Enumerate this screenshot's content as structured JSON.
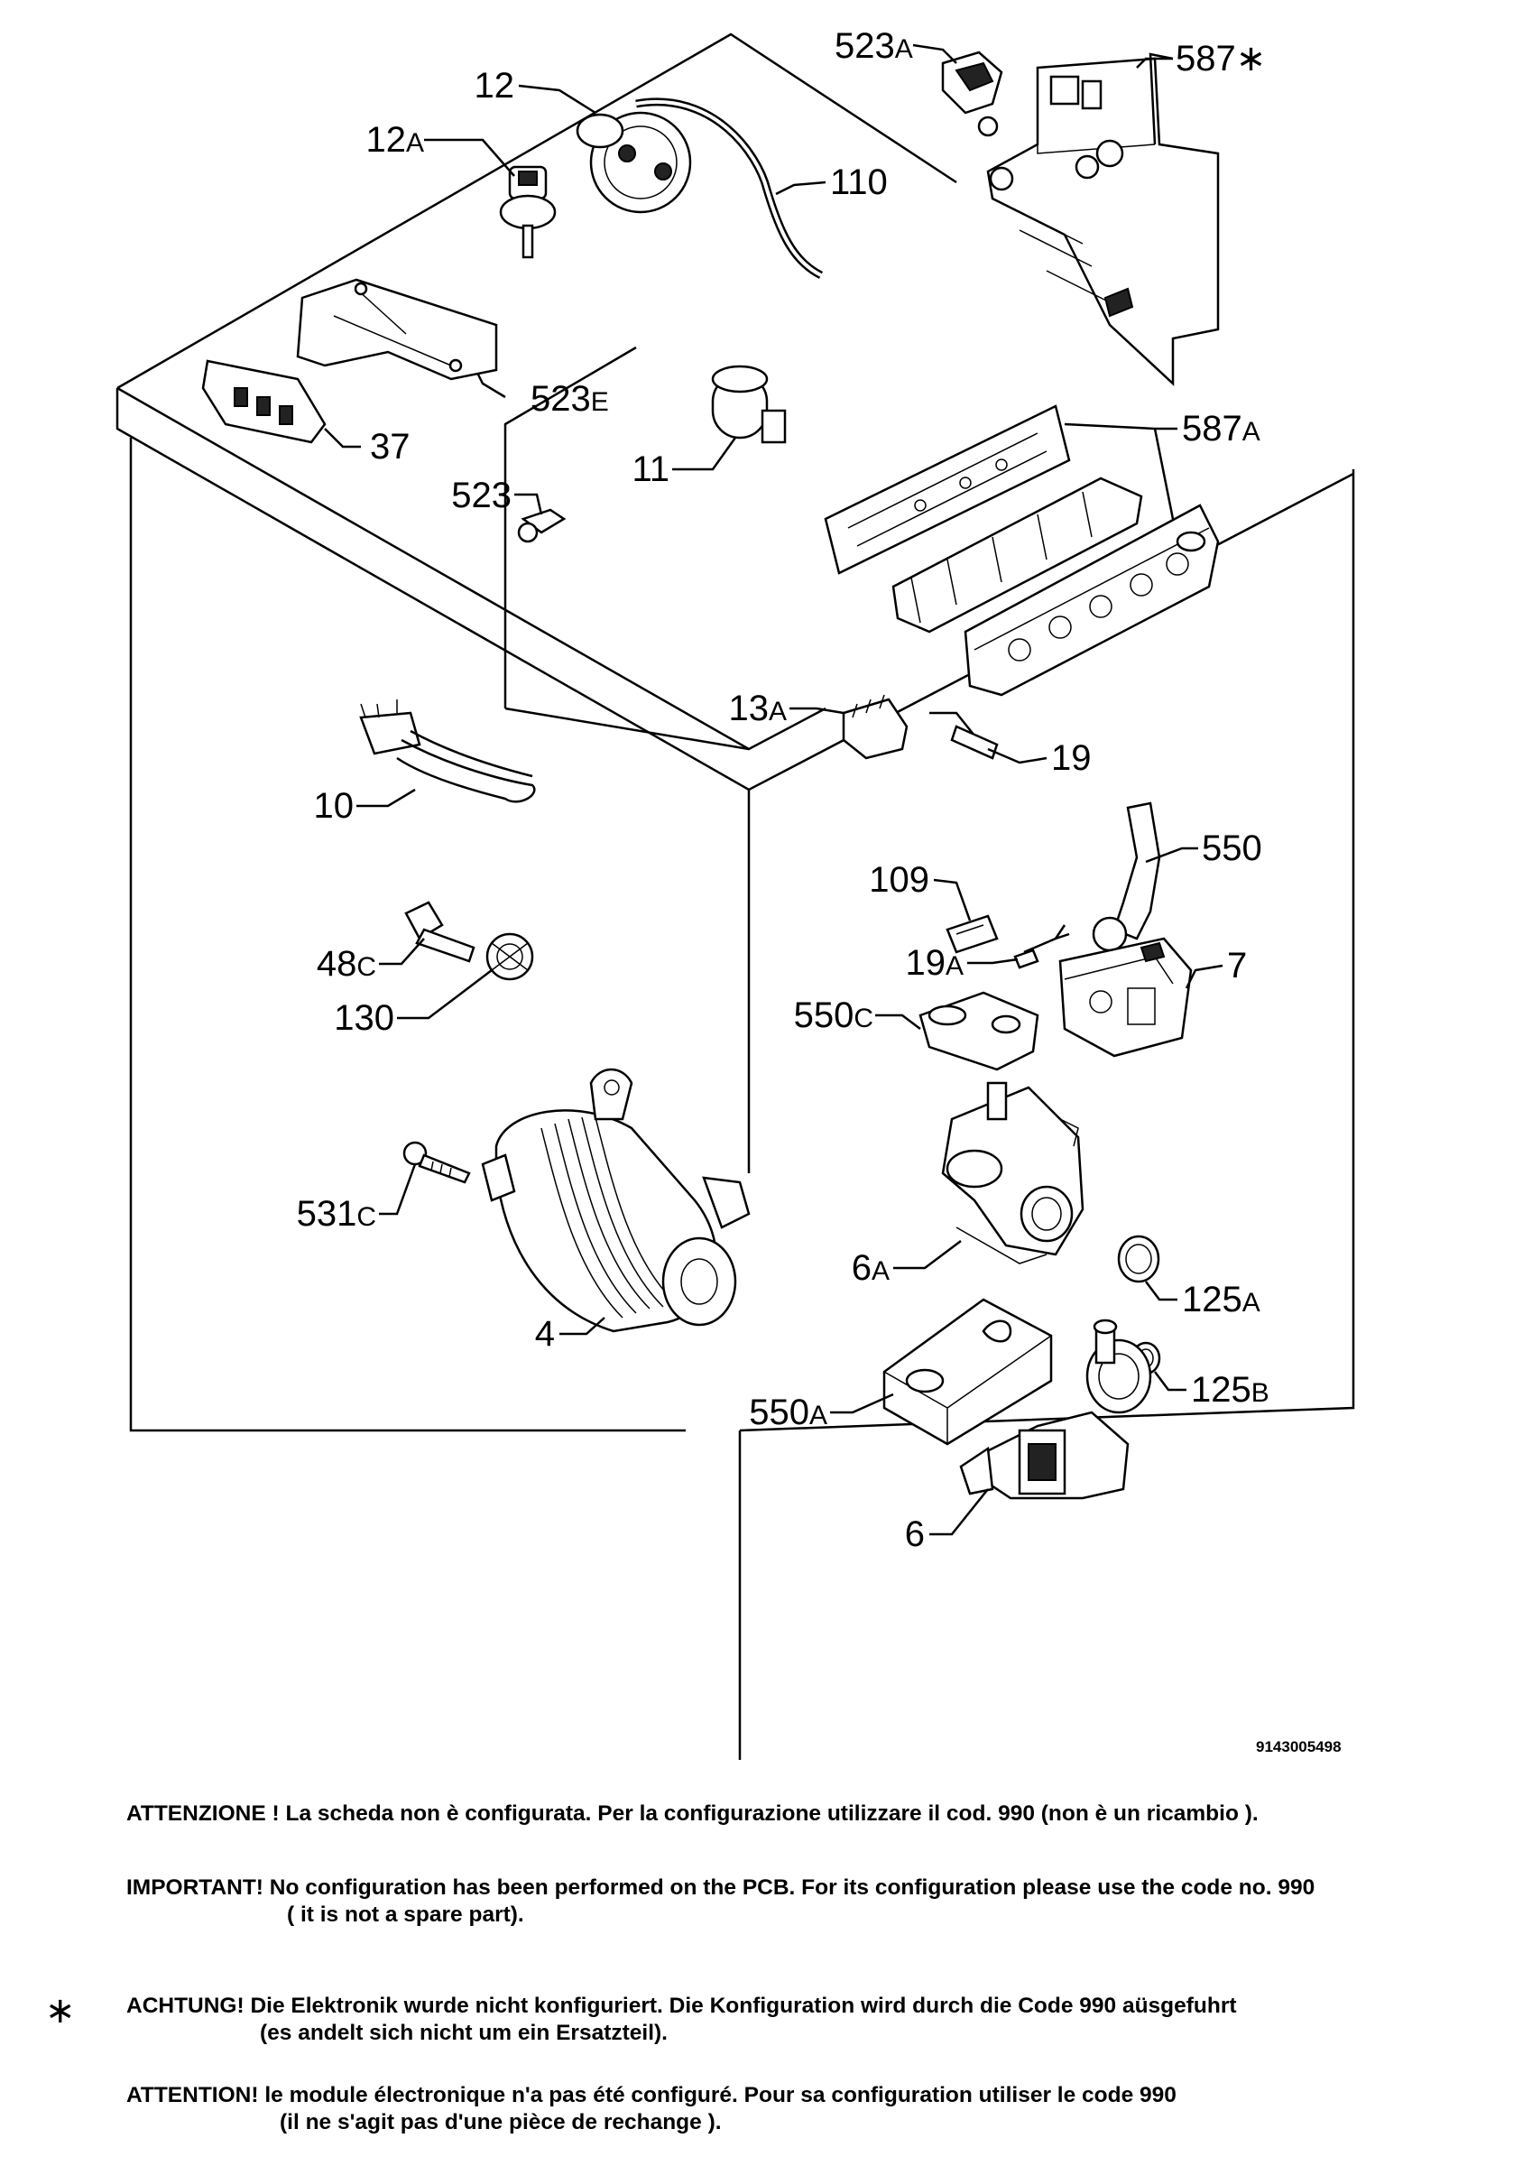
{
  "labels": [
    {
      "id": "12",
      "num": "12",
      "sfx": ""
    },
    {
      "id": "12A",
      "num": "12",
      "sfx": "A"
    },
    {
      "id": "110",
      "num": "110",
      "sfx": ""
    },
    {
      "id": "523A",
      "num": "523",
      "sfx": "A"
    },
    {
      "id": "587star",
      "num": "587∗",
      "sfx": ""
    },
    {
      "id": "523E",
      "num": "523",
      "sfx": "E"
    },
    {
      "id": "37",
      "num": "37",
      "sfx": ""
    },
    {
      "id": "11",
      "num": "11",
      "sfx": ""
    },
    {
      "id": "523",
      "num": "523",
      "sfx": ""
    },
    {
      "id": "587A",
      "num": "587",
      "sfx": "A"
    },
    {
      "id": "13A",
      "num": "13",
      "sfx": "A"
    },
    {
      "id": "19",
      "num": "19",
      "sfx": ""
    },
    {
      "id": "10",
      "num": "10",
      "sfx": ""
    },
    {
      "id": "109",
      "num": "109",
      "sfx": ""
    },
    {
      "id": "550",
      "num": "550",
      "sfx": ""
    },
    {
      "id": "19A",
      "num": "19",
      "sfx": "A"
    },
    {
      "id": "7",
      "num": "7",
      "sfx": ""
    },
    {
      "id": "48C",
      "num": "48",
      "sfx": "C"
    },
    {
      "id": "130",
      "num": "130",
      "sfx": ""
    },
    {
      "id": "550C",
      "num": "550",
      "sfx": "C"
    },
    {
      "id": "531C",
      "num": "531",
      "sfx": "C"
    },
    {
      "id": "6A",
      "num": "6",
      "sfx": "A"
    },
    {
      "id": "125A",
      "num": "125",
      "sfx": "A"
    },
    {
      "id": "4",
      "num": "4",
      "sfx": ""
    },
    {
      "id": "125B",
      "num": "125",
      "sfx": "B"
    },
    {
      "id": "550A",
      "num": "550",
      "sfx": "A"
    },
    {
      "id": "6",
      "num": "6",
      "sfx": ""
    }
  ],
  "doc_number": "9143005498",
  "notes": {
    "it": {
      "line1": "ATTENZIONE ! La scheda non è  configurata. Per la configurazione utilizzare il cod. 990 (non è un ricambio ).",
      "line2": ""
    },
    "en": {
      "line1": "IMPORTANT! No configuration has been performed on the PCB. For its configuration please use the code no. 990",
      "line2": "( it is not a spare part)."
    },
    "de": {
      "marker": "∗",
      "line1": "ACHTUNG! Die Elektronik wurde nicht konfiguriert. Die Konfiguration wird durch die Code 990 aüsgefuhrt",
      "line2": "(es andelt sich nicht um ein Ersatzteil)."
    },
    "fr": {
      "line1": "ATTENTION! le module électronique n'a pas été configuré. Pour  sa configuration utiliser le code 990",
      "line2": "(il ne s'agit pas d'une pièce de rechange )."
    }
  }
}
